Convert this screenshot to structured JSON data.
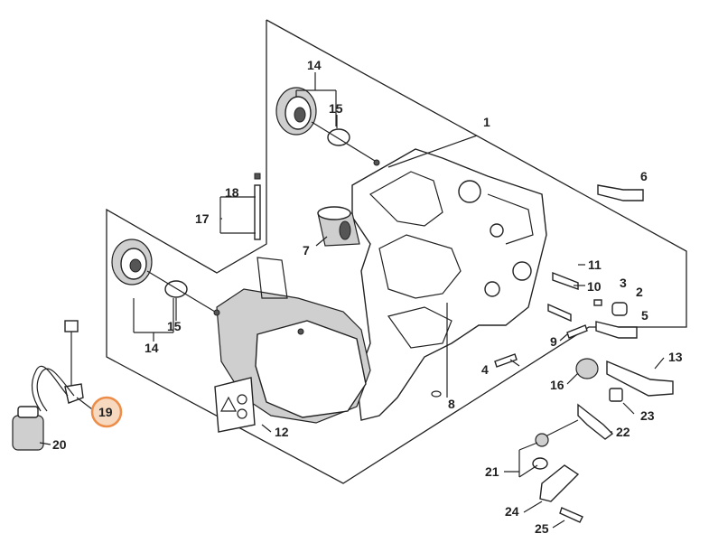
{
  "diagram": {
    "highlighted_part": "19",
    "highlight_color": "#ec8d4a",
    "callouts": [
      {
        "id": "c1",
        "label": "1"
      },
      {
        "id": "c2",
        "label": "2"
      },
      {
        "id": "c3",
        "label": "3"
      },
      {
        "id": "c4",
        "label": "4"
      },
      {
        "id": "c5",
        "label": "5"
      },
      {
        "id": "c6",
        "label": "6"
      },
      {
        "id": "c7",
        "label": "7"
      },
      {
        "id": "c8",
        "label": "8"
      },
      {
        "id": "c9",
        "label": "9"
      },
      {
        "id": "c10",
        "label": "10"
      },
      {
        "id": "c11",
        "label": "11"
      },
      {
        "id": "c12",
        "label": "12"
      },
      {
        "id": "c13",
        "label": "13"
      },
      {
        "id": "c14a",
        "label": "14"
      },
      {
        "id": "c14b",
        "label": "14"
      },
      {
        "id": "c15a",
        "label": "15"
      },
      {
        "id": "c15b",
        "label": "15"
      },
      {
        "id": "c16",
        "label": "16"
      },
      {
        "id": "c17",
        "label": "17"
      },
      {
        "id": "c18",
        "label": "18"
      },
      {
        "id": "c19",
        "label": "19"
      },
      {
        "id": "c20",
        "label": "20"
      },
      {
        "id": "c21",
        "label": "21"
      },
      {
        "id": "c22",
        "label": "22"
      },
      {
        "id": "c23",
        "label": "23"
      },
      {
        "id": "c24",
        "label": "24"
      },
      {
        "id": "c25",
        "label": "25"
      }
    ]
  }
}
